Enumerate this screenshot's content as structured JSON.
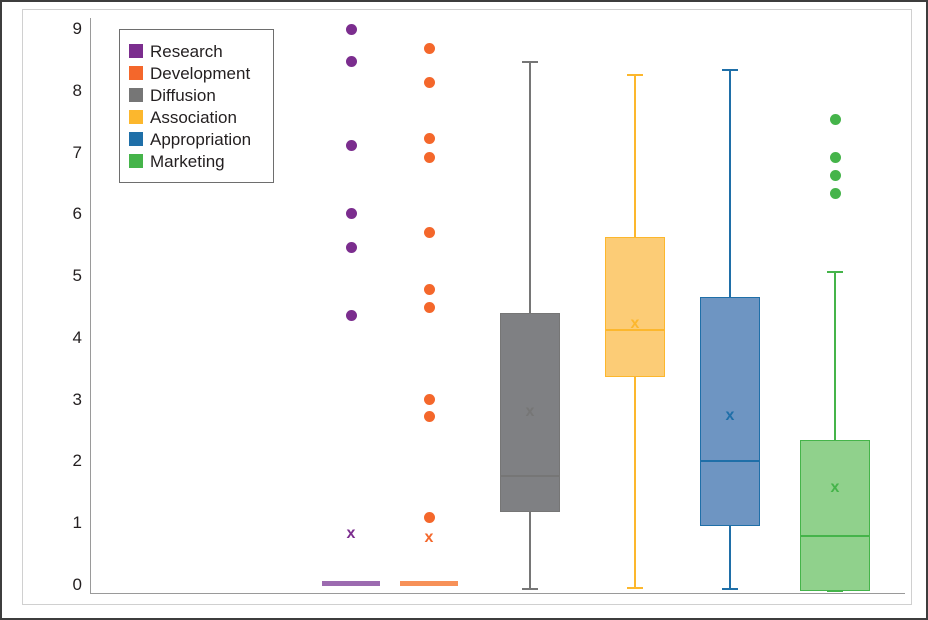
{
  "chart_data": {
    "type": "box",
    "title": "",
    "xlabel": "",
    "ylabel": "",
    "ylim": [
      0,
      9
    ],
    "yticks": [
      9,
      8,
      7,
      6,
      5,
      4,
      3,
      2,
      1,
      0
    ],
    "grid": false,
    "legend_position": "top-left",
    "categories": [
      "Research",
      "Development",
      "Diffusion",
      "Association",
      "Appropriation",
      "Marketing"
    ],
    "colors": {
      "research": "#7B2D8E",
      "development": "#F4672B",
      "diffusion": "#767676",
      "association": "#FCB72D",
      "appropriation": "#1F6FA8",
      "marketing": "#45B44A"
    },
    "fill_colors": {
      "research": "#9C6BB0",
      "development": "#F79158",
      "diffusion": "#7F8083",
      "association": "#FCCC76",
      "appropriation": "#6E95C2",
      "marketing": "#90D18C"
    },
    "series": [
      {
        "name": "Research",
        "color_key": "research",
        "whisker_low": 0.03,
        "q1": 0.03,
        "median": 0.03,
        "q3": 0.03,
        "whisker_high": 0.03,
        "mean": 0.83,
        "degenerate": true,
        "outliers": [
          9.0,
          8.47,
          7.12,
          6.02,
          5.47,
          4.36
        ]
      },
      {
        "name": "Development",
        "color_key": "development",
        "whisker_low": 0.03,
        "q1": 0.03,
        "median": 0.03,
        "q3": 0.03,
        "whisker_high": 0.03,
        "mean": 0.76,
        "degenerate": true,
        "outliers": [
          8.69,
          8.13,
          7.22,
          6.92,
          5.71,
          4.79,
          4.49,
          3.0,
          2.72,
          1.1
        ]
      },
      {
        "name": "Diffusion",
        "color_key": "diffusion",
        "whisker_low": -0.06,
        "q1": 1.18,
        "median": 1.77,
        "q3": 4.41,
        "whisker_high": 8.46,
        "mean": 2.8,
        "degenerate": false,
        "outliers": []
      },
      {
        "name": "Association",
        "color_key": "association",
        "whisker_low": -0.05,
        "q1": 3.36,
        "median": 4.13,
        "q3": 5.63,
        "whisker_high": 8.25,
        "mean": 4.22,
        "degenerate": false,
        "outliers": []
      },
      {
        "name": "Appropriation",
        "color_key": "appropriation",
        "whisker_low": -0.06,
        "q1": 0.96,
        "median": 2.01,
        "q3": 4.66,
        "whisker_high": 8.33,
        "mean": 2.74,
        "degenerate": false,
        "outliers": []
      },
      {
        "name": "Marketing",
        "color_key": "marketing",
        "whisker_low": -0.1,
        "q1": -0.1,
        "median": 0.8,
        "q3": 2.34,
        "whisker_high": 5.06,
        "mean": 1.57,
        "degenerate": false,
        "outliers": [
          7.53,
          6.92,
          6.63,
          6.34
        ]
      }
    ],
    "mean_marker": "x"
  },
  "legend": {
    "items": [
      {
        "label": "Research",
        "color_key": "research"
      },
      {
        "label": "Development",
        "color_key": "development"
      },
      {
        "label": "Diffusion",
        "color_key": "diffusion"
      },
      {
        "label": "Association",
        "color_key": "association"
      },
      {
        "label": "Appropriation",
        "color_key": "appropriation"
      },
      {
        "label": "Marketing",
        "color_key": "marketing"
      }
    ]
  }
}
